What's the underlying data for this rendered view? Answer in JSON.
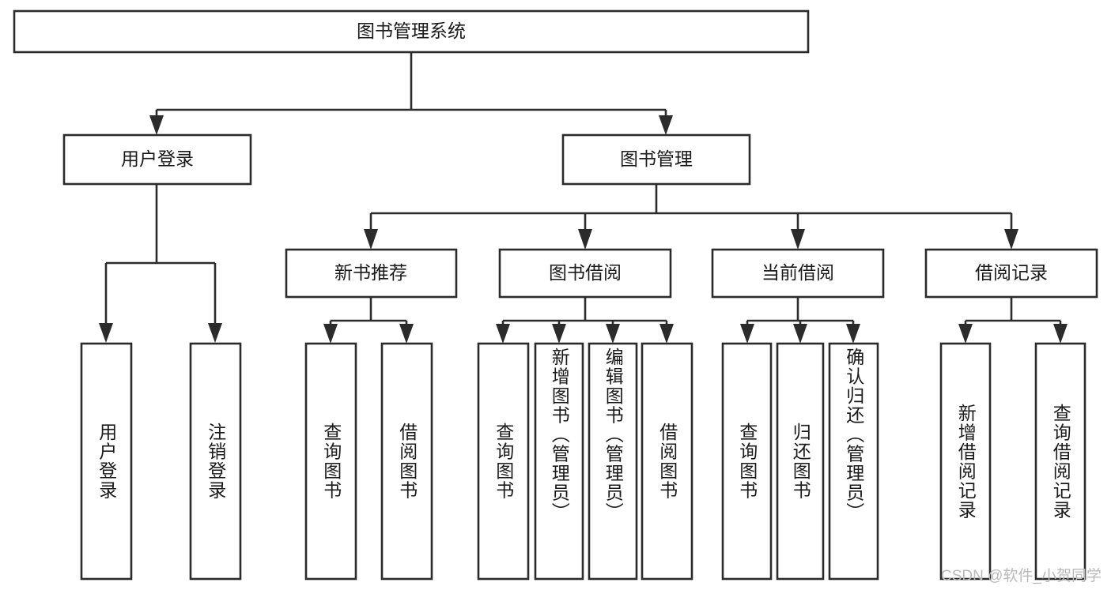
{
  "diagram": {
    "type": "hierarchy-tree",
    "title": "图书管理系统",
    "watermark": "CSDN @软件_小贺同学",
    "colors": {
      "stroke": "#2b2b2b",
      "box_fill": "#ffffff",
      "text": "#1a1a1a",
      "background": "#ffffff",
      "watermark": "#b9b9b9"
    },
    "levels": {
      "root": {
        "label": "图书管理系统"
      },
      "level2": [
        {
          "label": "用户登录"
        },
        {
          "label": "图书管理"
        }
      ],
      "level3": [
        {
          "label": "新书推荐"
        },
        {
          "label": "图书借阅"
        },
        {
          "label": "当前借阅"
        },
        {
          "label": "借阅记录"
        }
      ],
      "leaves": {
        "user_login": [
          {
            "label": "用户登录"
          },
          {
            "label": "注销登录"
          }
        ],
        "new_book_recommend": [
          {
            "label": "查询图书"
          },
          {
            "label": "借阅图书"
          }
        ],
        "book_borrow": [
          {
            "label": "查询图书"
          },
          {
            "label": "新增图书（管理员）"
          },
          {
            "label": "编辑图书（管理员）"
          },
          {
            "label": "借阅图书"
          }
        ],
        "current_borrow": [
          {
            "label": "查询图书"
          },
          {
            "label": "归还图书"
          },
          {
            "label": "确认归还（管理员）"
          }
        ],
        "borrow_record": [
          {
            "label": "新增借阅记录"
          },
          {
            "label": "查询借阅记录"
          }
        ]
      }
    }
  }
}
